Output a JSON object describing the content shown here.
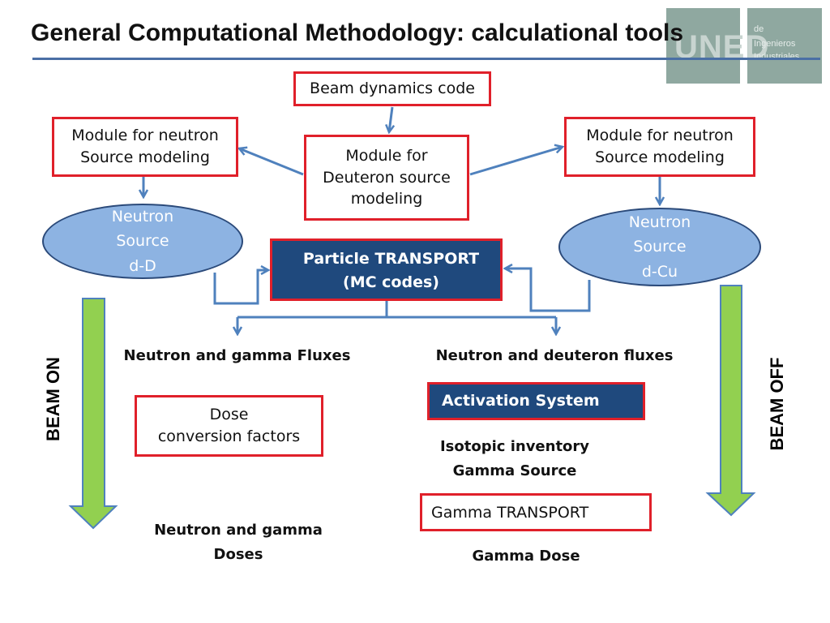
{
  "header": {
    "title": "General Computational Methodology: calculational tools",
    "logo": {
      "mark": "UNED",
      "lines": [
        "de",
        "Ingenieros",
        "Industriales"
      ]
    }
  },
  "diagram": {
    "beam_dynamics": "Beam dynamics code",
    "module_neutron_left": "Module for neutron\nSource modeling",
    "module_deuteron": "Module for\nDeuteron source\nmodeling",
    "module_neutron_right": "Module for neutron\nSource modeling",
    "neutron_source_dd": "Neutron\nSource\nd-D",
    "neutron_source_dcu": "Neutron\nSource\nd-Cu",
    "particle_transport": "Particle TRANSPORT\n(MC codes)",
    "fluxes_left": "Neutron and gamma Fluxes",
    "fluxes_right": "Neutron and deuteron fluxes",
    "dose_factors": "Dose\nconversion factors",
    "activation_system": "Activation System",
    "isotopic_inventory": "Isotopic inventory\nGamma Source",
    "gamma_transport": "Gamma TRANSPORT",
    "neutron_gamma_doses": "Neutron and gamma\nDoses",
    "gamma_dose": "Gamma Dose",
    "beam_on": "BEAM ON",
    "beam_off": "BEAM OFF"
  },
  "colors": {
    "box_border": "#e0202a",
    "dark_box": "#1f497d",
    "ellipse_fill": "#8db3e2",
    "connector": "#4f81bd",
    "big_arrow": "#92d050",
    "title_rule": "#4a6fa5"
  }
}
